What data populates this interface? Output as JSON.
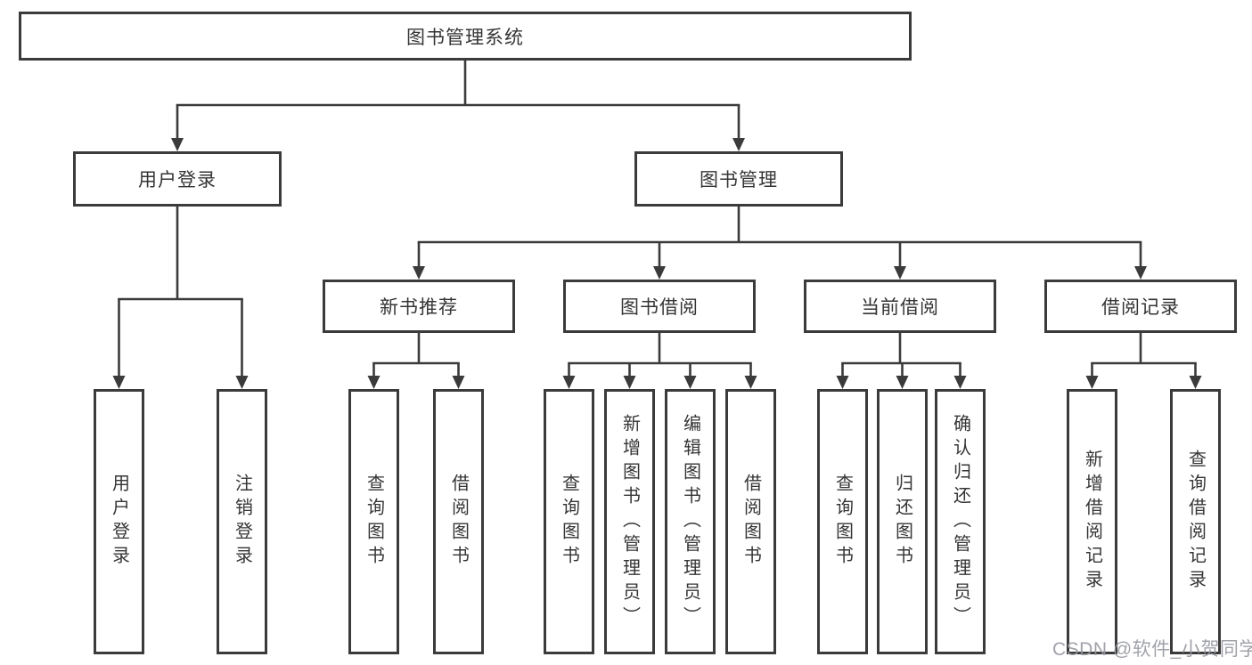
{
  "diagram": {
    "type": "tree",
    "title": "图书管理系统",
    "nodes": {
      "root": "图书管理系统",
      "user_login": "用户登录",
      "book_mgmt": "图书管理",
      "new_book_rec": "新书推荐",
      "book_borrow": "图书借阅",
      "current_borrow": "当前借阅",
      "borrow_record": "借阅记录",
      "leaf_user_login": "用户登录",
      "leaf_logout": "注销登录",
      "leaf_rec_query": "查询图书",
      "leaf_rec_borrow": "借阅图书",
      "leaf_bb_query": "查询图书",
      "leaf_bb_add": "新增图书（管理员）",
      "leaf_bb_edit": "编辑图书（管理员）",
      "leaf_bb_borrow": "借阅图书",
      "leaf_cb_query": "查询图书",
      "leaf_cb_return": "归还图书",
      "leaf_cb_confirm": "确认归还（管理员）",
      "leaf_br_add": "新增借阅记录",
      "leaf_br_query": "查询借阅记录"
    },
    "hierarchy": {
      "图书管理系统": {
        "用户登录": [
          "用户登录",
          "注销登录"
        ],
        "图书管理": {
          "新书推荐": [
            "查询图书",
            "借阅图书"
          ],
          "图书借阅": [
            "查询图书",
            "新增图书（管理员）",
            "编辑图书（管理员）",
            "借阅图书"
          ],
          "当前借阅": [
            "查询图书",
            "归还图书",
            "确认归还（管理员）"
          ],
          "借阅记录": [
            "新增借阅记录",
            "查询借阅记录"
          ]
        }
      }
    },
    "watermark": "CSDN @软件_小贺同学",
    "colors": {
      "line": "#3b3b3b",
      "text": "#353535",
      "watermark": "#9698a0",
      "background": "#ffffff"
    }
  }
}
